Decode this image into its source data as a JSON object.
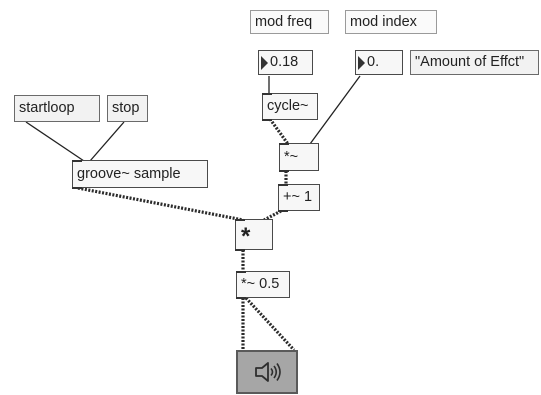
{
  "objects": {
    "mod_freq_label": "mod freq",
    "mod_index_label": "mod index",
    "freq_value": "0.18",
    "index_value": "0.",
    "amount_message": "\"Amount of Effct\"",
    "startloop": "startloop",
    "stop": "stop",
    "cycle": "cycle~",
    "mult_signal": "*~",
    "groove": "groove~ sample",
    "plus_one": "+~ 1",
    "big_mult": "*",
    "mult_half": "*~ 0.5"
  },
  "icons": {
    "dac": "speaker-icon"
  }
}
